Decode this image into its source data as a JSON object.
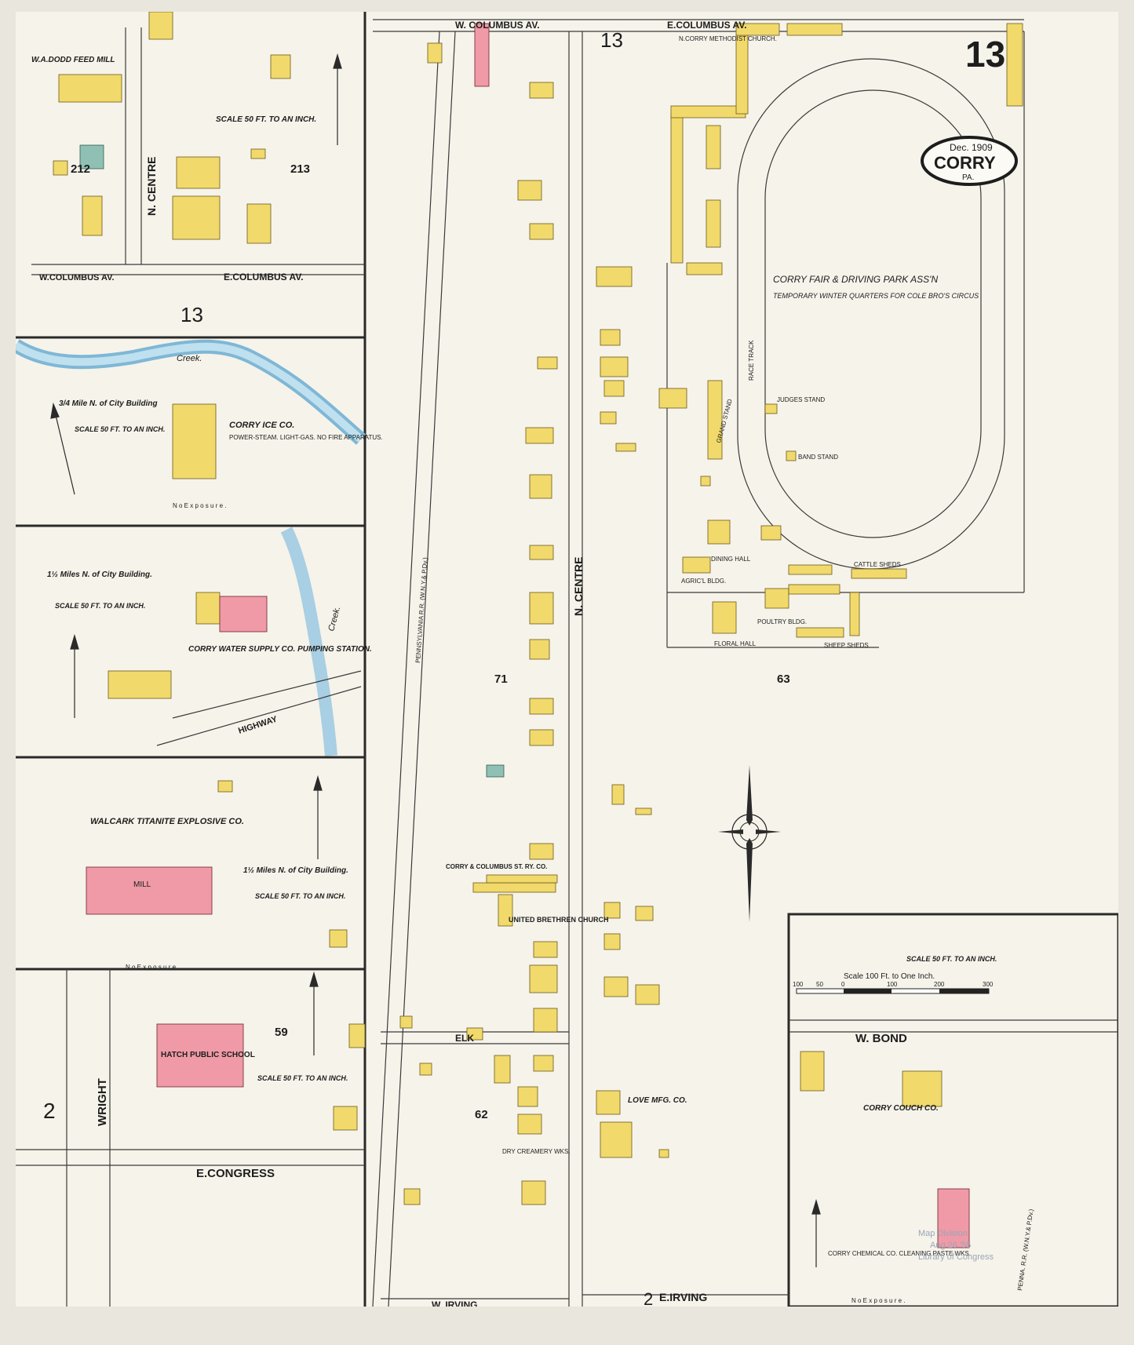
{
  "sheet": {
    "number": "13",
    "date": "Dec. 1909",
    "city": "CORRY",
    "state": "PA."
  },
  "stamp": {
    "lines": [
      "Map Division",
      "Aug 26 '55",
      "Library of Congress"
    ]
  },
  "scale_main": {
    "title": "Scale 100 Ft. to One Inch.",
    "ticks": [
      "100",
      "50",
      "0",
      "100",
      "200",
      "300"
    ]
  },
  "streets": {
    "w_columbus_top": "W. COLUMBUS AV.",
    "e_columbus_top": "E.COLUMBUS AV.",
    "n_centre_main": "N. CENTRE",
    "n_centre_inset": "N. CENTRE",
    "w_columbus_inset": "W.COLUMBUS AV.",
    "e_columbus_inset": "E.COLUMBUS AV.",
    "elk": "ELK",
    "w_irving": "W. IRVING",
    "e_irving": "E.IRVING",
    "w_bond": "W. BOND",
    "wright": "WRIGHT",
    "e_congress": "E.CONGRESS",
    "highway": "HIGHWAY",
    "creek1": "Creek.",
    "creek2": "Creek.",
    "railroad_main": "PENNSYLVANIA R.R. (W.N.Y.& P.Dv.)",
    "railroad_bond": "PENNA. R.R. (W.N.Y.& P.Dv.)"
  },
  "blocks": {
    "b212": "212",
    "b213": "213",
    "b13a": "13",
    "b13b": "13",
    "b71": "71",
    "b63": "63",
    "b62": "62",
    "b59": "59",
    "b2a": "2",
    "b2b": "2"
  },
  "labels": {
    "dodd_feed": "W.A.DODD FEED MILL",
    "fair": "CORRY FAIR & DRIVING PARK ASS'N",
    "circus": "TEMPORARY WINTER QUARTERS FOR COLE BRO'S CIRCUS",
    "race_track": "RACE TRACK",
    "methodist": "N.CORRY METHODIST CHURCH.",
    "ice_co": "CORRY ICE CO.",
    "ice_co_note": "POWER-STEAM. LIGHT-GAS. NO FIRE APPARATUS.",
    "ice_loc": "3/4 Mile N. of City Building",
    "water_co": "CORRY WATER SUPPLY CO. PUMPING STATION.",
    "water_loc": "1½ Miles N. of City Building.",
    "walcark": "WALCARK TITANITE EXPLOSIVE CO.",
    "walcark_loc": "1½ Miles N. of City Building.",
    "hatch": "HATCH PUBLIC SCHOOL",
    "love_mfg": "LOVE MFG. CO.",
    "couch_co": "CORRY COUCH CO.",
    "chemical_co": "CORRY CHEMICAL CO. CLEANING PASTE WKS.",
    "brethren": "UNITED BRETHREN CHURCH",
    "street_ry": "CORRY & COLUMBUS ST. RY. CO.",
    "creamery": "DRY CREAMERY WKS.",
    "grand_stand": "GRAND STAND",
    "floral_hall": "FLORAL HALL",
    "dining_hall": "DINING HALL",
    "poultry": "POULTRY BLDG.",
    "agric": "AGRIC'L BLDG.",
    "cattle_sheds": "CATTLE SHEDS",
    "sheep_sheds": "SHEEP SHEDS",
    "judges": "JUDGES STAND",
    "band_stand": "BAND STAND",
    "mill": "MILL",
    "no_exposure": "N o   E x p o s u r e .",
    "scale_inset": "SCALE 50 FT. TO AN INCH."
  },
  "colors": {
    "frame": "#f1d96b",
    "brick": "#ef9aa6",
    "stone": "#8fc0b3",
    "water": "#a8cfe3",
    "paper": "#f6f3ea"
  }
}
